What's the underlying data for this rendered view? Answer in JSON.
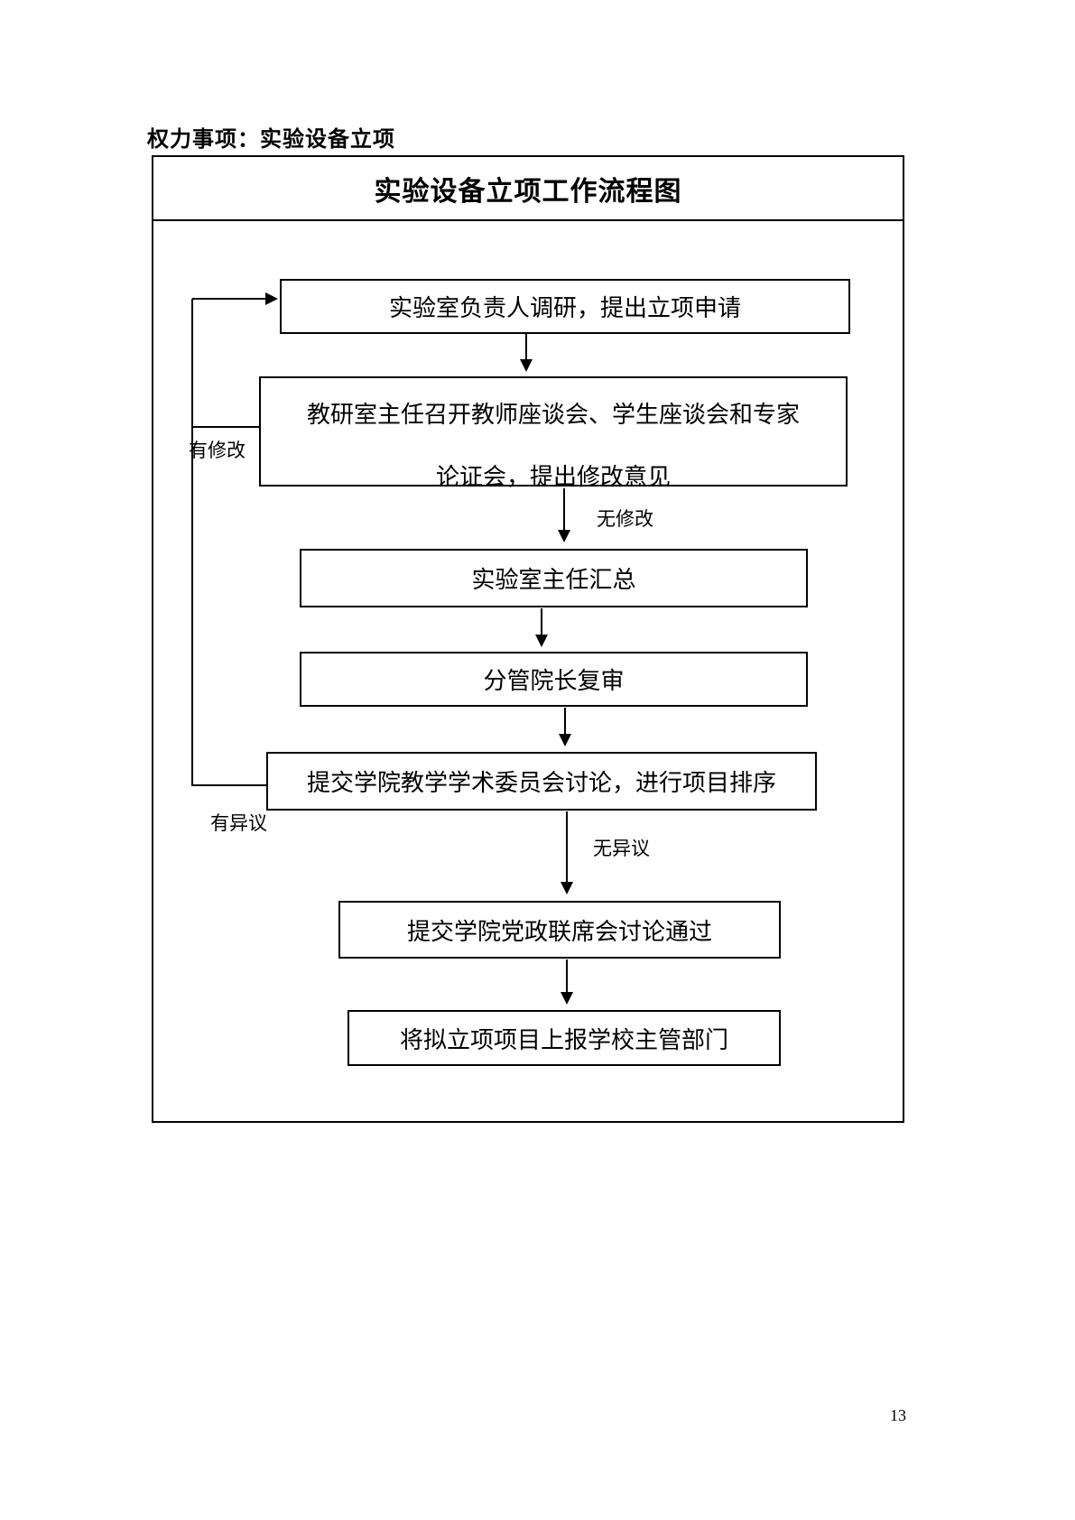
{
  "page": {
    "heading": "权力事项：实验设备立项",
    "page_number": "13"
  },
  "flowchart": {
    "title": "实验设备立项工作流程图",
    "background": "#ffffff",
    "line_color": "#000000",
    "nodes": {
      "n1": {
        "text": "实验室负责人调研，提出立项申请"
      },
      "n2": {
        "line1": "教研室主任召开教师座谈会、学生座谈会和专家",
        "line2": "论证会，提出修改意见"
      },
      "n3": {
        "text": "实验室主任汇总"
      },
      "n4": {
        "text": "分管院长复审"
      },
      "n5": {
        "text": "提交学院教学学术委员会讨论，进行项目排序"
      },
      "n6": {
        "text": "提交学院党政联席会讨论通过"
      },
      "n7": {
        "text": "将拟立项项目上报学校主管部门"
      }
    },
    "labels": {
      "has_revision": "有修改",
      "no_revision": "无修改",
      "has_objection": "有异议",
      "no_objection": "无异议"
    },
    "edges": [
      {
        "from": "n1",
        "to": "n2",
        "label": ""
      },
      {
        "from": "n2",
        "to": "n3",
        "label": "无修改"
      },
      {
        "from": "n2",
        "to": "n1",
        "label": "有修改"
      },
      {
        "from": "n3",
        "to": "n4",
        "label": ""
      },
      {
        "from": "n4",
        "to": "n5",
        "label": ""
      },
      {
        "from": "n5",
        "to": "n6",
        "label": "无异议"
      },
      {
        "from": "n5",
        "to": "n1",
        "label": "有异议"
      },
      {
        "from": "n6",
        "to": "n7",
        "label": ""
      }
    ]
  }
}
